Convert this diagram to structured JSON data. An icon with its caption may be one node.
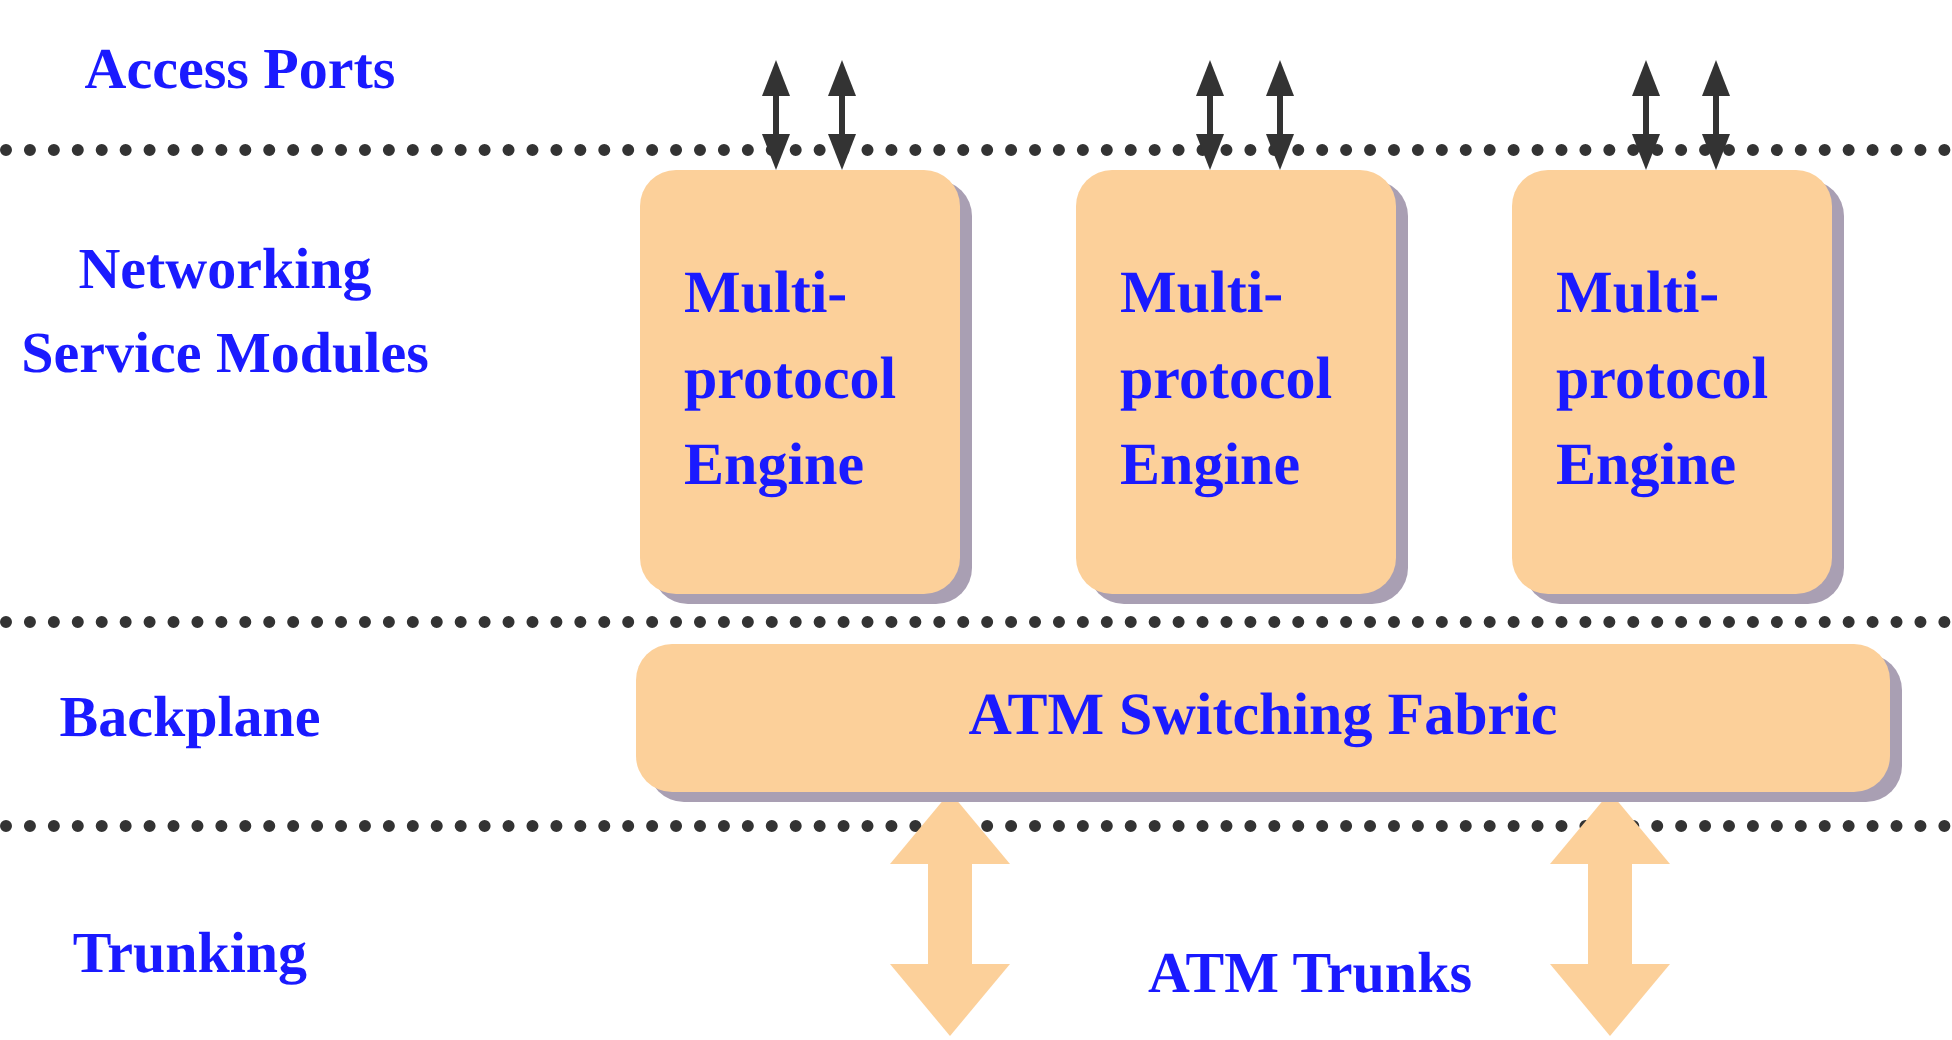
{
  "diagram": {
    "nodes": [
      {
        "text": [
          "Multi-protocol Engine"
        ]
      },
      {
        "text": [
          "Multi-protocol Engine"
        ]
      },
      {
        "text": [
          "Multi-protocol Engine"
        ]
      },
      {
        "text": [
          "ATM Switching Fabric"
        ]
      }
    ],
    "edges": [
      {
        "from": null,
        "to": 0,
        "arrow": "both"
      },
      {
        "from": null,
        "to": 0,
        "arrow": "both"
      },
      {
        "from": null,
        "to": 1,
        "arrow": "both"
      },
      {
        "from": null,
        "to": 1,
        "arrow": "both"
      },
      {
        "from": null,
        "to": 2,
        "arrow": "both"
      },
      {
        "from": null,
        "to": 2,
        "arrow": "both"
      },
      {
        "from": null,
        "to": 3,
        "arrow": "both",
        "style": "thick",
        "color": "#fcd09a"
      },
      {
        "from": null,
        "to": 3,
        "arrow": "both",
        "style": "thick",
        "color": "#fcd09a"
      }
    ],
    "labels": [
      "Access Ports",
      "Networking Service Modules",
      "Backplane",
      "Trunking",
      "ATM Trunks"
    ]
  }
}
